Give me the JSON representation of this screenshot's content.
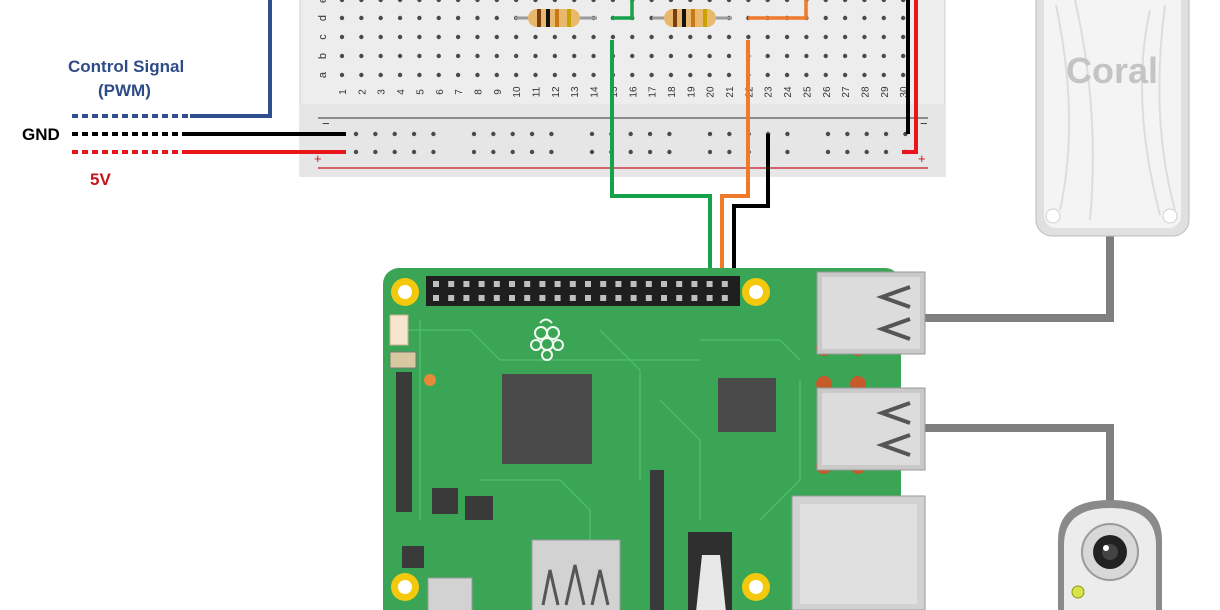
{
  "labels": {
    "control_signal_line1": "Control  Signal",
    "control_signal_line2": "(PWM)",
    "gnd": "GND",
    "v5": "5V"
  },
  "breadboard": {
    "row_letters": [
      "e",
      "d",
      "c",
      "b",
      "a"
    ],
    "column_numbers": [
      "1",
      "2",
      "3",
      "4",
      "5",
      "6",
      "7",
      "8",
      "9",
      "10",
      "11",
      "12",
      "13",
      "14",
      "15",
      "16",
      "17",
      "18",
      "19",
      "20",
      "21",
      "22",
      "23",
      "24",
      "25",
      "26",
      "27",
      "28",
      "29",
      "30"
    ],
    "rail_minus": "−",
    "rail_plus": "+"
  },
  "tpu": {
    "brand": "Coral"
  },
  "colors": {
    "signal_wire": "#2f4f8f",
    "gnd_wire": "#000000",
    "power_wire": "#e8161b",
    "green_wire": "#16a24b",
    "orange_wire": "#ee7a2a",
    "pcb": "#3aa655",
    "label_blue": "#2e4c87",
    "label_red": "#c3161c"
  }
}
